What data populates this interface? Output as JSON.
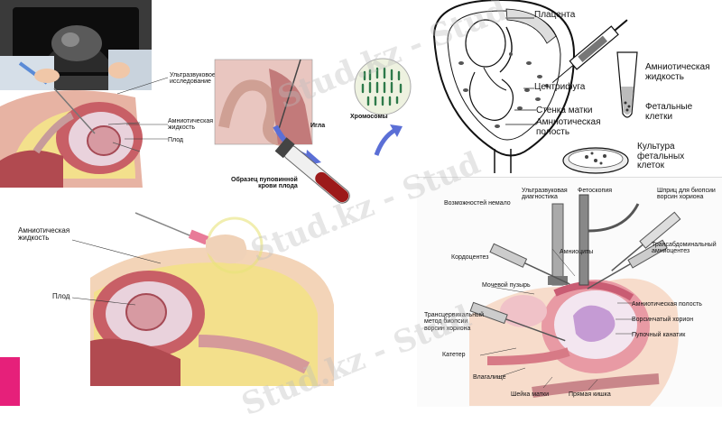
{
  "colors": {
    "accent_pink": "#e6207a",
    "tissue": "#d98a8a",
    "tissue_dark": "#b14a50",
    "fluid": "#e9d2dc",
    "blood": "#9c1a1a",
    "skin": "#f3d4b8",
    "fat": "#f3e08c"
  },
  "watermark": "Stud.kz - Stud",
  "panel_top_left": {
    "ultrasound": "Ультразвуковое\nисследование",
    "amniotic": "Амниотическая\nжидкость",
    "fetus": "Плод",
    "needle": "Игла",
    "cord_blood": "Образец пуповинной\nкрови плода",
    "chromosomes": "Хромосомы"
  },
  "panel_top_right": {
    "placenta": "Плацента",
    "centrifuge": "Центрифуга",
    "amniotic_fluid": "Амниотическая\nжидкость",
    "fetal_cells": "Фетальные\nклетки",
    "uterine_wall": "Стенка матки",
    "amniotic_cavity": "Амниотическая\nполость",
    "culture": "Культура\nфетальных\nклеток"
  },
  "panel_bottom_left": {
    "amniotic": "Амниотическая\nжидкость",
    "fetus": "Плод"
  },
  "panel_bottom_right": {
    "note": "Возможностей немало",
    "ultrasound": "Ультразвуковая\nдиагностика",
    "fetoscope": "Фетоскопия",
    "cvs_syringe": "Шприц для биопсии\nворсин хориона",
    "transabdominal": "Трансабдоминальный\nамниоцентез",
    "cordocentesis": "Кордоцентез",
    "amniocytes": "Амниоциты",
    "bladder": "Мочевой пузырь",
    "amniotic_cavity": "Амниотическая полость",
    "chorion": "Ворсинчатый хорион",
    "cord": "Пупочный канатик",
    "transcervical": "Трансцервикальный\nметод биопсии\nворсин хориона",
    "catheter": "Катетер",
    "vagina": "Влагалище",
    "cervix": "Шейка матки",
    "rectum": "Прямая кишка"
  }
}
